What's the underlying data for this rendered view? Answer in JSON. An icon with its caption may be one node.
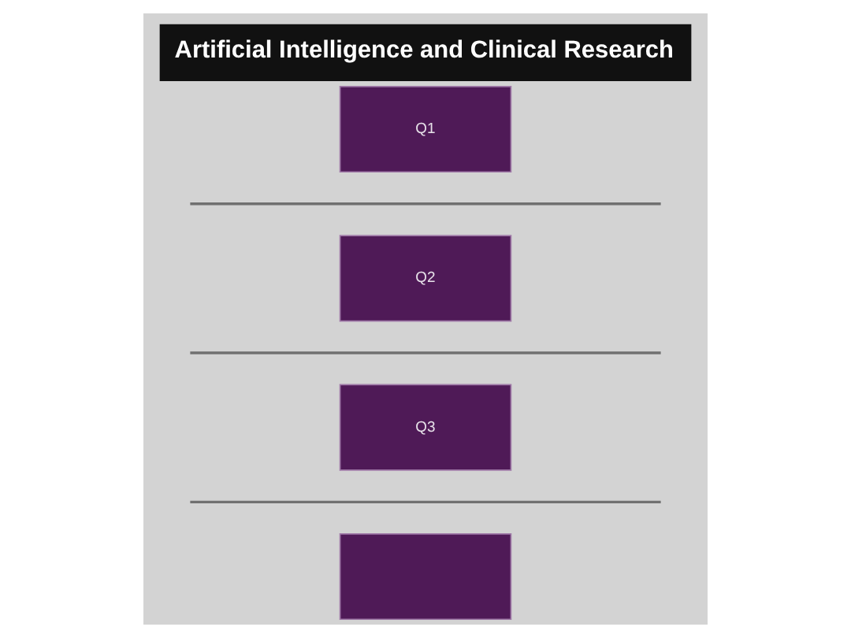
{
  "diagram": {
    "title": "Artificial Intelligence and Clinical Research",
    "nodes": [
      {
        "text": [
          "Q1"
        ]
      },
      {
        "text": [
          "Q2"
        ]
      },
      {
        "text": [
          "Q3"
        ]
      },
      {
        "text": [],
        "shape": "box"
      }
    ]
  }
}
